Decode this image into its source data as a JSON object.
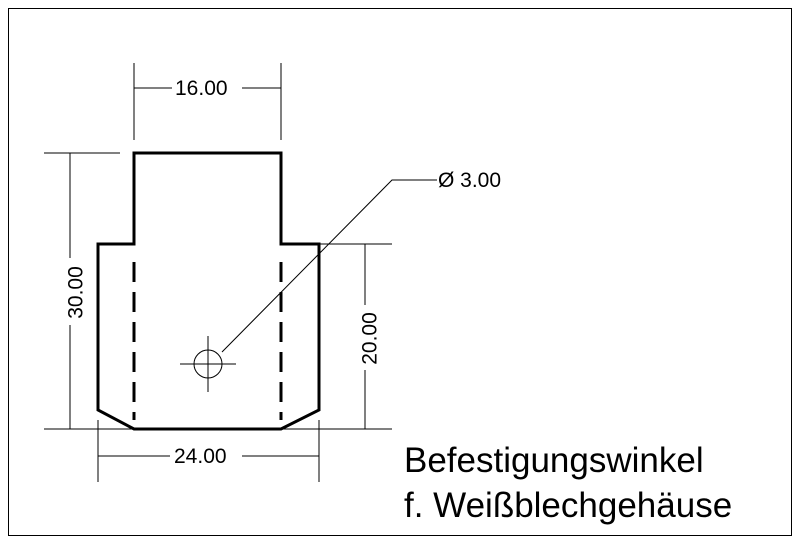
{
  "dimensions": {
    "top_width": "16.00",
    "total_height": "30.00",
    "flange_height": "20.00",
    "bottom_width": "24.00",
    "hole_diameter": "Ø 3.00"
  },
  "title": {
    "line1": "Befestigungswinkel",
    "line2": "f. Weißblechgehäuse"
  }
}
